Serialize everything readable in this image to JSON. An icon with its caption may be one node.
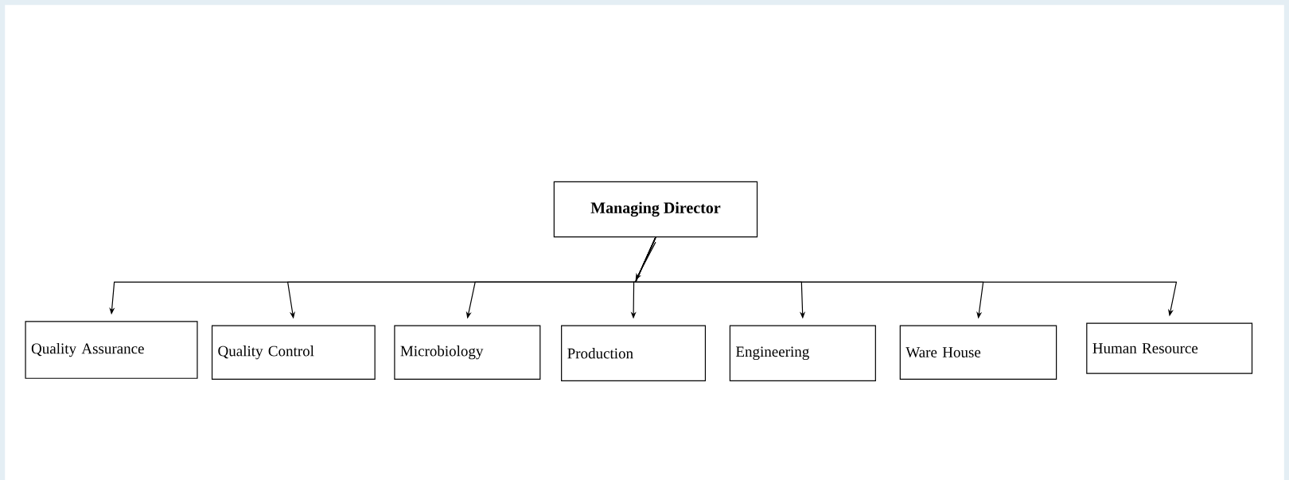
{
  "diagram": {
    "nodes": [
      {
        "text": [
          "Managing Director"
        ]
      },
      {
        "text": [
          "Quality Assurance"
        ]
      },
      {
        "text": [
          "Quality Control"
        ]
      },
      {
        "text": [
          "Microbiology"
        ]
      },
      {
        "text": [
          "Production"
        ]
      },
      {
        "text": [
          "Engineering"
        ]
      },
      {
        "text": [
          "Ware House"
        ]
      },
      {
        "text": [
          "Human Resource"
        ]
      }
    ],
    "edges": [
      {
        "from": 0,
        "to": 1,
        "arrow": "to"
      },
      {
        "from": 0,
        "to": 2,
        "arrow": "to"
      },
      {
        "from": 0,
        "to": 3,
        "arrow": "to"
      },
      {
        "from": 0,
        "to": 4,
        "arrow": "to"
      },
      {
        "from": 0,
        "to": 5,
        "arrow": "to"
      },
      {
        "from": 0,
        "to": 6,
        "arrow": "to"
      },
      {
        "from": 0,
        "to": 7,
        "arrow": "to"
      }
    ]
  }
}
